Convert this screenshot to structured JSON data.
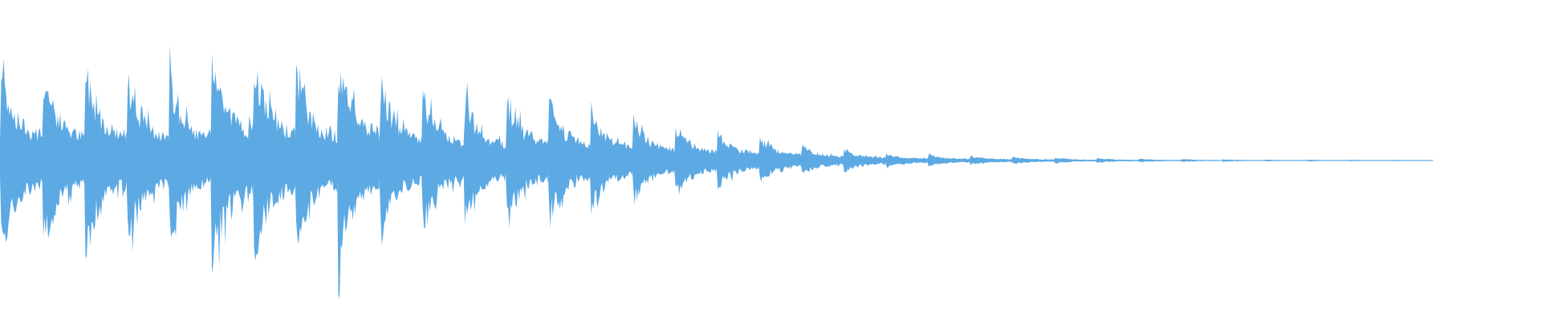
{
  "waveform": {
    "color": "#5DA9E3",
    "background": "#FFFFFF",
    "duration_fraction_active": 0.93,
    "beats": [
      {
        "peak": 0.62
      },
      {
        "peak": 0.6
      },
      {
        "peak": 0.63
      },
      {
        "peak": 0.58
      },
      {
        "peak": 0.55
      },
      {
        "peak": 0.74
      },
      {
        "peak": 0.68
      },
      {
        "peak": 0.6
      },
      {
        "peak": 0.7
      },
      {
        "peak": 0.52
      },
      {
        "peak": 0.46
      },
      {
        "peak": 0.42
      },
      {
        "peak": 0.44
      },
      {
        "peak": 0.42
      },
      {
        "peak": 0.35
      },
      {
        "peak": 0.28
      },
      {
        "peak": 0.24
      },
      {
        "peak": 0.19
      },
      {
        "peak": 0.15
      },
      {
        "peak": 0.1
      },
      {
        "peak": 0.075
      },
      {
        "peak": 0.05
      },
      {
        "peak": 0.04
      },
      {
        "peak": 0.03
      },
      {
        "peak": 0.025
      },
      {
        "peak": 0.02
      },
      {
        "peak": 0.015
      },
      {
        "peak": 0.012
      },
      {
        "peak": 0.01
      },
      {
        "peak": 0.008
      },
      {
        "peak": 0.006
      },
      {
        "peak": 0.006
      },
      {
        "peak": 0.005
      },
      {
        "peak": 0.004
      }
    ]
  }
}
